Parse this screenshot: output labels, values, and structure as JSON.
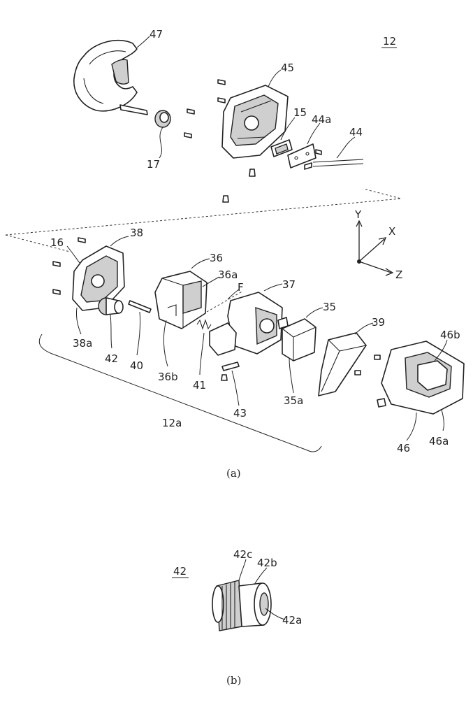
{
  "figure_a": {
    "assembly_ref": "12",
    "sub_ref": "12a",
    "caption": "(a)",
    "labels": {
      "p47": "47",
      "p45": "45",
      "p15": "15",
      "p44a": "44a",
      "p44": "44",
      "p17": "17",
      "p16": "16",
      "p38": "38",
      "p38a": "38a",
      "p42": "42",
      "p40": "40",
      "p36": "36",
      "p36a": "36a",
      "pF": "F",
      "p37": "37",
      "p36b": "36b",
      "p41": "41",
      "p43": "43",
      "p35": "35",
      "p35a": "35a",
      "p39": "39",
      "p46b": "46b",
      "p46": "46",
      "p46a": "46a"
    },
    "axes": {
      "y": "Y",
      "x": "X",
      "z": "Z"
    }
  },
  "figure_b": {
    "part_ref": "42",
    "caption": "(b)",
    "labels": {
      "p42c": "42c",
      "p42b": "42b",
      "p42a": "42a"
    }
  }
}
